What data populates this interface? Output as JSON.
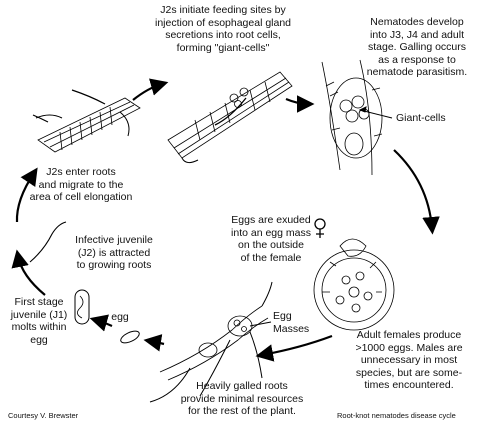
{
  "captions": {
    "feeding_sites": "J2s initiate feeding sites by\ninjection of esophageal gland\nsecretions into root cells,\nforming \"giant-cells\"",
    "development": "Nematodes develop\ninto J3, J4 and adult\nstage. Galling occurs\nas a response to\nnematode parasitism.",
    "giant_cells": "Giant-cells",
    "root_entry": "J2s enter roots\nand migrate to the\narea of cell elongation",
    "eggs_exuded": "Eggs are exuded\ninto an egg mass\non the outside\nof the female",
    "infective_juvenile": "Infective juvenile\n(J2) is attracted\nto growing roots",
    "adult_females": "Adult females produce\n>1000 eggs. Males are\nunnecessary in most\nspecies, but are some-\ntimes encountered.",
    "first_stage_juvenile": "First stage\njuvenile (J1)\nmolts within egg",
    "egg": "egg",
    "egg_masses": "Egg\nMasses",
    "galled_roots": "Heavily galled roots\nprovide minimal resources\nfor the rest of the plant."
  },
  "footer": {
    "credit": "Courtesy V. Brewster",
    "title": "Root-knot nematodes disease cycle"
  },
  "icons": [
    "female-symbol-icon"
  ]
}
